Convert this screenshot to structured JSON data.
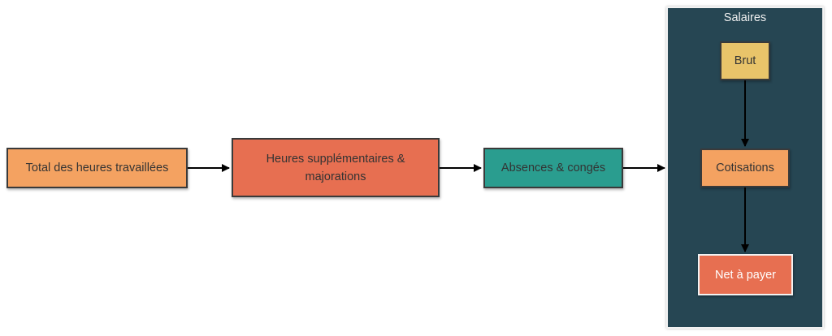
{
  "nodes": {
    "total_hours": {
      "label": "Total des heures travaillées",
      "color": "#f4a261"
    },
    "overtime": {
      "label": "Heures supplémentaires & majorations",
      "color": "#e76f51"
    },
    "absences": {
      "label": "Absences & congés",
      "color": "#2a9d8f"
    }
  },
  "cluster": {
    "title": "Salaires",
    "color": "#264653",
    "nodes": {
      "brut": {
        "label": "Brut",
        "color": "#e9c46a"
      },
      "cotisations": {
        "label": "Cotisations",
        "color": "#f4a261"
      },
      "net": {
        "label": "Net à payer",
        "color": "#e76f51"
      }
    }
  },
  "edges": [
    {
      "from": "Total des heures travaillées",
      "to": "Heures supplémentaires & majorations"
    },
    {
      "from": "Heures supplémentaires & majorations",
      "to": "Absences & congés"
    },
    {
      "from": "Absences & congés",
      "to": "Salaires"
    },
    {
      "from": "Brut",
      "to": "Cotisations"
    },
    {
      "from": "Cotisations",
      "to": "Net à payer"
    }
  ]
}
